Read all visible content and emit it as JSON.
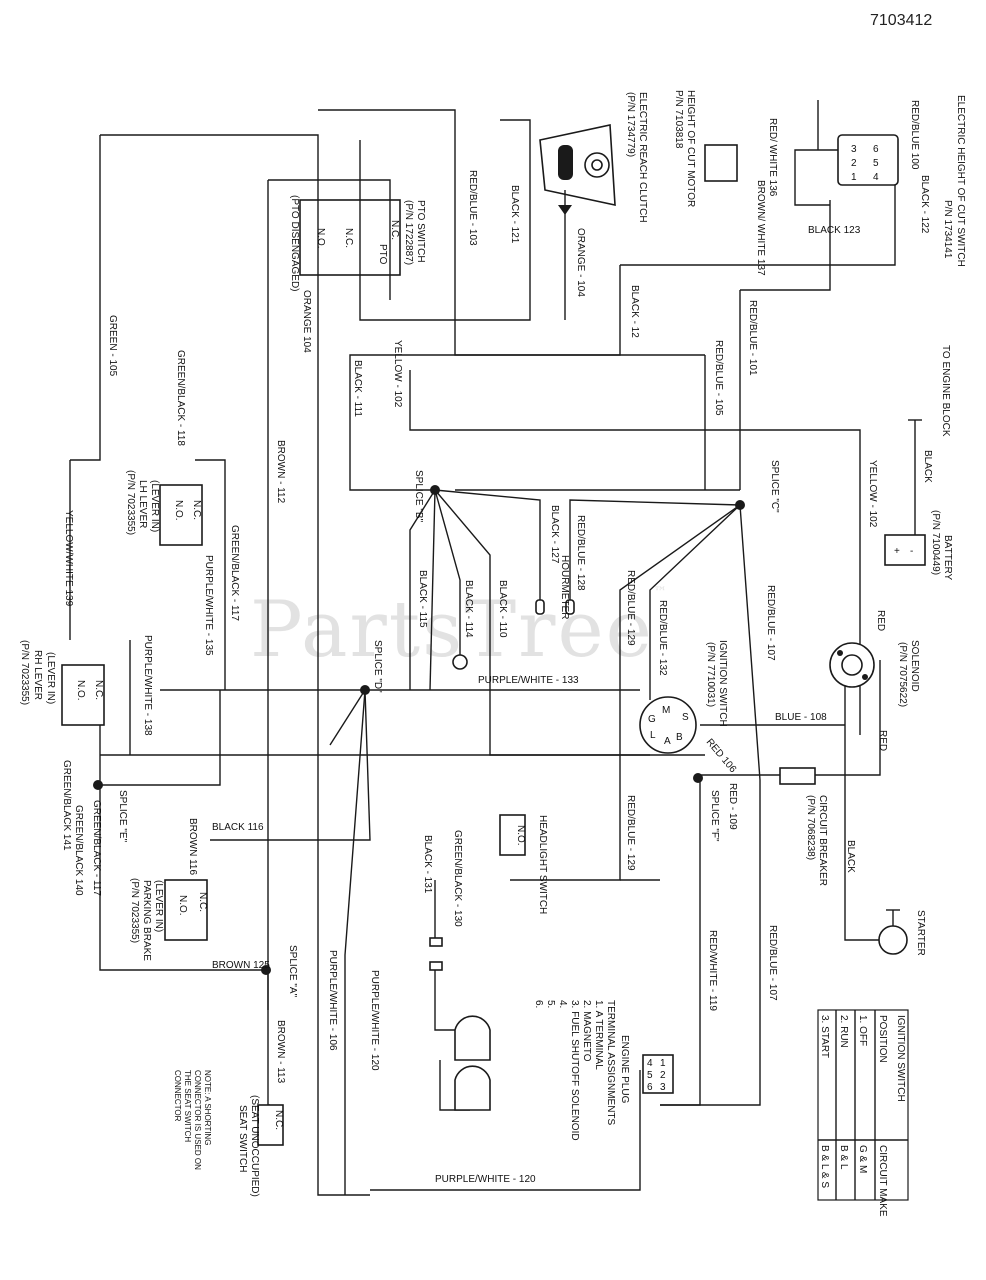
{
  "document_id": "7103412",
  "watermark": {
    "text": "PartsTree",
    "mark": "™"
  },
  "components": {
    "height_switch": {
      "title": "ELECTRIC HEIGHT OF CUT SWITCH",
      "part": "P/N 1734141",
      "wire_red_blue": "RED/BLUE 100",
      "wire_red_white": "RED/ WHITE 136",
      "wire_brown_white": "BROWN/ WHITE 137",
      "wire_black_123": "BLACK 123",
      "wire_black_122": "BLACK - 122",
      "pins": [
        "3",
        "6",
        "2",
        "5",
        "1",
        "4"
      ]
    },
    "height_motor": {
      "title": "HEIGHT OF CUT MOTOR",
      "part": "P/N 7103818"
    },
    "clutch": {
      "title": "ELECTRIC REACH CLUTCH",
      "part": "(P/N 1734779)"
    },
    "pto_switch": {
      "title": "PTO SWITCH",
      "part": "(P/N 1722887)",
      "state": "(PTO DISENGAGED)",
      "pto": "PTO",
      "nc": "N.C.",
      "no": "N.O."
    },
    "engine_block": {
      "title": "TO ENGINE BLOCK"
    },
    "battery": {
      "title": "BATTERY",
      "part": "(P/N 7100449)",
      "plus": "+",
      "minus": "-"
    },
    "solenoid": {
      "title": "SOLENOID",
      "part": "(P/N 7075622)"
    },
    "ignition_switch": {
      "title": "IGNITION SWITCH",
      "part": "(P/N 7710031)",
      "terminals": [
        "M",
        "S",
        "B",
        "L",
        "G",
        "A"
      ]
    },
    "hourmeter": {
      "title": "HOURMETER"
    },
    "circuit_breaker": {
      "title": "CIRCUIT BREAKER",
      "part": "(P/N 7068238)"
    },
    "starter": {
      "title": "STARTER"
    },
    "headlight_switch": {
      "title": "HEADLIGHT SWITCH",
      "no": "N.O."
    },
    "lh_lever": {
      "title": "LH LEVER",
      "part": "(P/N 7023355)",
      "state": "(LEVER IN)",
      "nc": "N.C.",
      "no": "N.O."
    },
    "rh_lever": {
      "title": "RH LEVER",
      "part": "(P/N 7023355)",
      "state": "(LEVER IN)",
      "nc": "N.C.",
      "no": "N.O."
    },
    "parking_brake": {
      "title": "PARKING BRAKE",
      "part": "(P/N 7023355)",
      "state": "(LEVER IN)",
      "nc": "N.C.",
      "no": "N.O."
    },
    "seat_switch": {
      "title": "SEAT SWITCH",
      "state": "(SEAT UNOCCUPIED)",
      "nc": "N.C.",
      "note": "NOTE: A SHORTING CONNECTOR IS USED ON THE SEAT SWITCH CONNECTOR"
    },
    "engine_plug": {
      "title": "ENGINE PLUG",
      "heading": "TERMINAL ASSIGNMENTS",
      "assignments": [
        "1. A TERMINAL",
        "2. MAGNETO",
        "3. FUEL SHUTOFF SOLENOID",
        "4.",
        "5.",
        "6."
      ],
      "pins": [
        "4",
        "1",
        "5",
        "2",
        "6",
        "3"
      ]
    }
  },
  "splices": {
    "a": "SPLICE \"A\"",
    "b": "SPLICE \"B\"",
    "c": "SPLICE \"C\"",
    "d": "SPLICE \"D\"",
    "e": "SPLICE \"E\"",
    "f": "SPLICE \"F\""
  },
  "ignition_table": {
    "title": "IGNITION SWITCH",
    "headers": [
      "POSITION",
      "CIRCUIT MAKE"
    ],
    "rows": [
      [
        "1. OFF",
        "G & M"
      ],
      [
        "2. RUN",
        "B & L"
      ],
      [
        "3. START",
        "B & L & S"
      ]
    ]
  },
  "wires": {
    "red_blue_103": "RED/BLUE - 103",
    "black_121": "BLACK - 121",
    "orange_104": "ORANGE - 104",
    "orange_104b": "ORANGE 104",
    "black_12": "BLACK - 12",
    "red_blue_101": "RED/BLUE - 101",
    "red_blue_105": "RED/BLUE - 105",
    "green_105": "GREEN - 105",
    "yellow_102": "YELLOW - 102",
    "yellow_102b": "YELLOW - 102",
    "black_111": "BLACK - 111",
    "brown_112": "BROWN - 112",
    "green_black_118": "GREEN/BLACK - 118",
    "yellow_white_139": "YELLOW/WHITE 139",
    "green_black_117": "GREEN/BLACK - 117",
    "purple_white_135": "PURPLE/WHITE - 135",
    "purple_white_138": "PURPLE/WHITE - 138",
    "green_black_141": "GREEN/BLACK 141",
    "green_black_140": "GREEN/BLACK 140",
    "green_black_117b": "GREEN/BLACK - 117",
    "black_127": "BLACK - 127",
    "red_blue_128": "RED/BLUE - 128",
    "black_114": "BLACK - 114",
    "black_115": "BLACK - 115",
    "black_110": "BLACK - 110",
    "red_blue_129": "RED/BLUE - 129",
    "red_blue_132": "RED/BLUE - 132",
    "red_blue_107": "RED/BLUE - 107",
    "red_blue_129b": "RED/BLUE - 129",
    "red_blue_107b": "RED/BLUE - 107",
    "purple_white_133": "PURPLE/WHITE - 133",
    "blue_108": "BLUE - 108",
    "red_106": "RED 106",
    "red_109": "RED - 109",
    "red": "RED",
    "red2": "RED",
    "black_top": "BLACK",
    "black_starter": "BLACK",
    "black_116": "BLACK 116",
    "brown_116": "BROWN 116",
    "brown_125": "BROWN 125",
    "brown_113": "BROWN - 113",
    "purple_white_106": "PURPLE/WHITE - 106",
    "purple_white_120": "PURPLE/WHITE - 120",
    "purple_white_120b": "PURPLE/WHITE - 120",
    "black_131": "BLACK - 131",
    "green_black_130": "GREEN/BLACK - 130",
    "red_white_119": "RED/WHITE - 119"
  }
}
